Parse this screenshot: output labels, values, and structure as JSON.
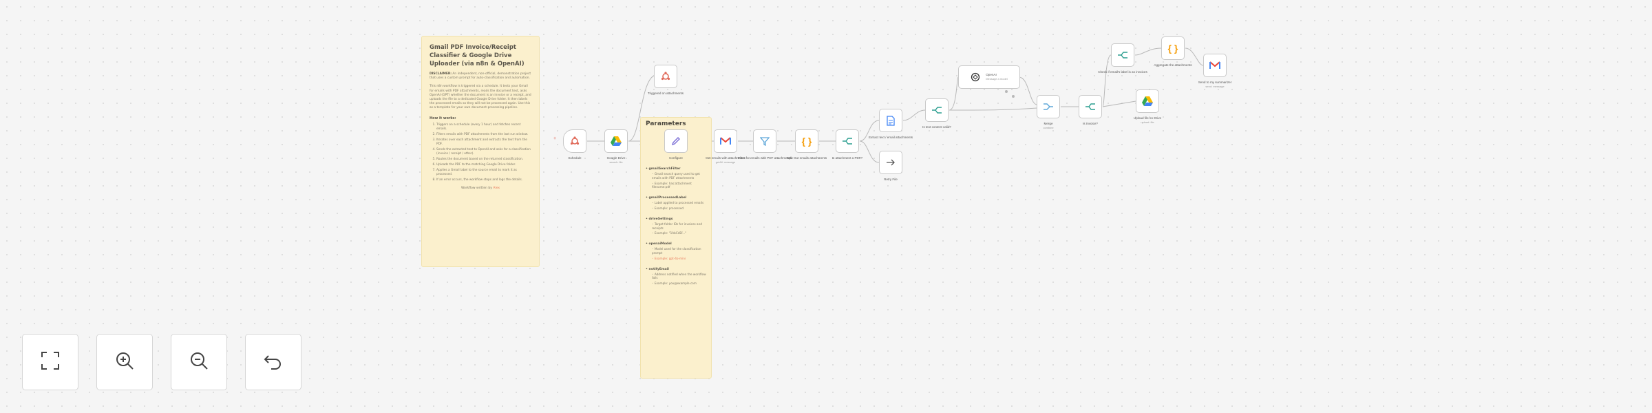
{
  "sticky_main": {
    "title": "Gmail PDF Invoice/Receipt Classifier & Google Drive Uploader (via n8n & OpenAI)",
    "intro_bold": "DISCLAIMER:",
    "intro": "An independent, non-official, demonstration project that uses a custom prompt for auto-classification and automation.",
    "desc": "This n8n workflow is triggered via a schedule. It tests your Gmail for emails with PDF attachments, reads the document text, asks OpenAI (GPT) whether the document is an invoice or a receipt, and uploads the file to a dedicated Google Drive folder. It then labels the processed emails so they will not be processed again. Use this as a template for your own document-processing pipeline.",
    "how_title": "How it works:",
    "steps": [
      "Triggers on a schedule (every 1 hour) and fetches recent emails.",
      "Filters emails with PDF attachments from the last run window.",
      "Iterates over each attachment and extracts the text from the PDF.",
      "Sends the extracted text to OpenAI and asks for a classification (invoice / receipt / other).",
      "Routes the document based on the returned classification.",
      "Uploads the PDF to the matching Google Drive folder.",
      "Applies a Gmail label to the source email to mark it as processed.",
      "If an error occurs, the workflow stops and logs the details."
    ],
    "footer_pre": "Workflow written by",
    "footer_link": "Alex"
  },
  "sticky_params": {
    "title": "Parameters",
    "groups": [
      {
        "head": "gmailSearchFilter",
        "subs": [
          "Gmail search query used to get emails with PDF attachments",
          "Example: has:attachment filename:pdf"
        ]
      },
      {
        "head": "gmailProcessedLabel",
        "subs": [
          "Label applied to processed emails",
          "Example: processed"
        ]
      },
      {
        "head": "driveSettings",
        "subs": [
          "Target folder IDs for invoices and receipts",
          "Example: \"1AbCdEf...\""
        ]
      },
      {
        "head": "openaiModel",
        "subs": [
          "Model used for the classification prompt",
          "Example: gpt-4o-mini"
        ]
      },
      {
        "head": "notifyEmail",
        "subs": [
          "Address notified when the workflow fails",
          "Example: you@example.com"
        ]
      }
    ]
  },
  "nodes": {
    "schedule": {
      "label": "Schedule",
      "sub": ""
    },
    "drive_get": {
      "label": "Google Drive",
      "sub": "search: file"
    },
    "configure": {
      "label": "Configure",
      "sub": ""
    },
    "trigger_top": {
      "label": "Triggered on attachments",
      "sub": ""
    },
    "gmail_get": {
      "label": "Get emails with attachments",
      "sub": "getAll: message"
    },
    "filter_pdf": {
      "label": "Filter for emails with PDF attachments",
      "sub": ""
    },
    "split_attach": {
      "label": "Split Out emails attachments",
      "sub": ""
    },
    "is_pdf": {
      "label": "Is attachment a PDF?",
      "sub": ""
    },
    "extract": {
      "label": "Extract text / email attachments",
      "sub": ""
    },
    "retry": {
      "label": "Retry File",
      "sub": ""
    },
    "is_valid": {
      "label": "Is text content valid?",
      "sub": ""
    },
    "openai": {
      "label": "OpenAI",
      "sub": "Message a model"
    },
    "merge": {
      "label": "Merge",
      "sub": "combine"
    },
    "is_invoice": {
      "label": "Is Invoice?",
      "sub": ""
    },
    "check_match": {
      "label": "Check if email's label is as invoices",
      "sub": ""
    },
    "aggregate": {
      "label": "Aggregate the attachments",
      "sub": ""
    },
    "upload_drive": {
      "label": "Upload file on Drive",
      "sub": "upload: file"
    },
    "send_summary": {
      "label": "Send to my summarizer",
      "sub": "send: message"
    }
  },
  "controls": {
    "fit_view": "fit-view",
    "zoom_in": "zoom-in",
    "zoom_out": "zoom-out",
    "undo": "undo"
  },
  "colors": {
    "gmail_red": "#ea4335",
    "drive_blue": "#4285f4",
    "drive_green": "#34a853",
    "drive_yellow": "#fbbc04",
    "n8n_teal": "#2a9d8f",
    "filter_blue": "#5ea7d9",
    "code_orange": "#f59e0b",
    "edit_purple": "#7c6fd6",
    "trigger_red": "#e06a5a"
  }
}
